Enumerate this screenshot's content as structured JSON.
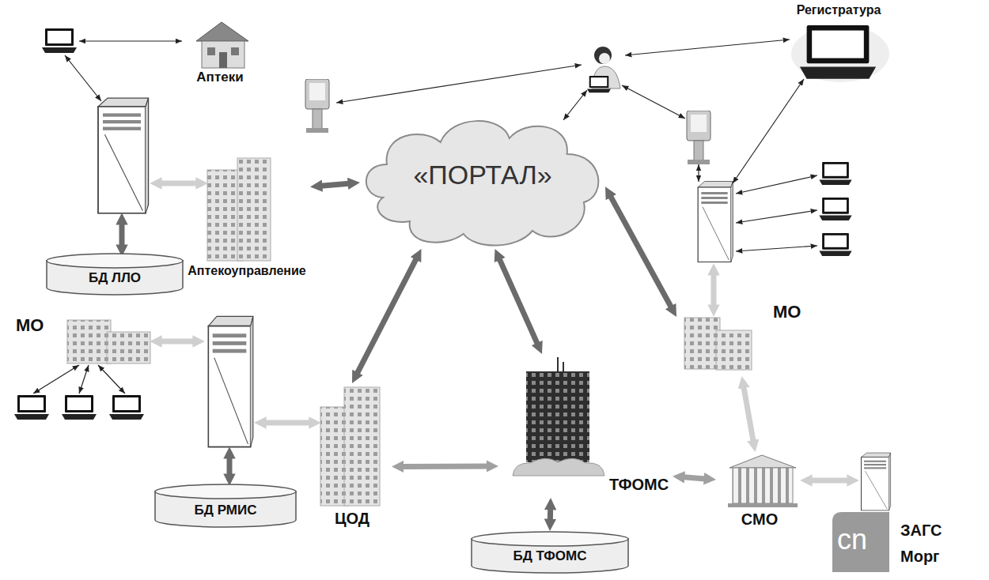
{
  "diagram": {
    "nodes": [
      {
        "text": [
          "Аптеки"
        ]
      },
      {
        "text": [
          "Регистратура"
        ]
      },
      {
        "text": [
          "«ПОРТАЛ»"
        ]
      },
      {
        "text": [
          "Аптекоуправление"
        ]
      },
      {
        "text": [
          "БД ЛЛО"
        ]
      },
      {
        "text": [
          "МО"
        ]
      },
      {
        "text": [
          "БД РМИС"
        ]
      },
      {
        "text": [
          "ЦОД"
        ]
      },
      {
        "text": [
          "МО"
        ]
      },
      {
        "text": [
          "ТФОМС"
        ]
      },
      {
        "text": [
          "БД ТФОМС"
        ]
      },
      {
        "text": [
          "СМО"
        ]
      }
    ],
    "edges": [
      {
        "from": 2,
        "to": 3,
        "arrow": "both"
      },
      {
        "from": 2,
        "to": 7,
        "arrow": "both"
      },
      {
        "from": 2,
        "to": 9,
        "arrow": "both"
      },
      {
        "from": 2,
        "to": 8,
        "arrow": "both"
      },
      {
        "from": 7,
        "to": 9,
        "arrow": "both"
      },
      {
        "from": 9,
        "to": 10,
        "arrow": "both"
      },
      {
        "from": 9,
        "to": 11,
        "arrow": "both"
      },
      {
        "from": 8,
        "to": 11,
        "arrow": "both"
      }
    ],
    "labels": [
      "ЗАГС",
      "Морг",
      "cn"
    ]
  }
}
